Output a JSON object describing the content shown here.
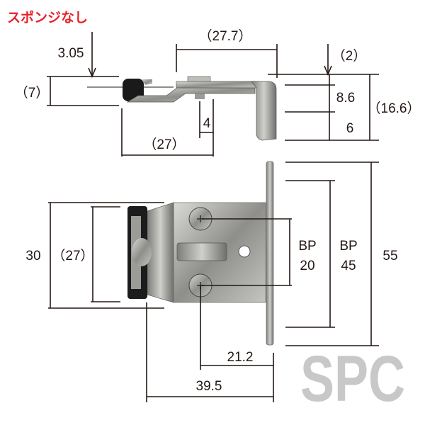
{
  "title": "スポンジなし",
  "title_color": "#e8202a",
  "top_view": {
    "dim_3_05": "3.05",
    "dim_7": "（7）",
    "dim_27_7": "（27.7）",
    "dim_2": "（2）",
    "dim_8_6": "8.6",
    "dim_6": "6",
    "dim_16_6": "（16.6）",
    "dim_4": "4",
    "dim_27": "（27）"
  },
  "front_view": {
    "dim_30": "30",
    "dim_27": "（27）",
    "bp20_label": "BP",
    "bp20_value": "20",
    "bp45_label": "BP",
    "bp45_value": "45",
    "dim_55": "55",
    "dim_21_2": "21.2",
    "dim_39_5": "39.5"
  },
  "watermark": "SPC"
}
